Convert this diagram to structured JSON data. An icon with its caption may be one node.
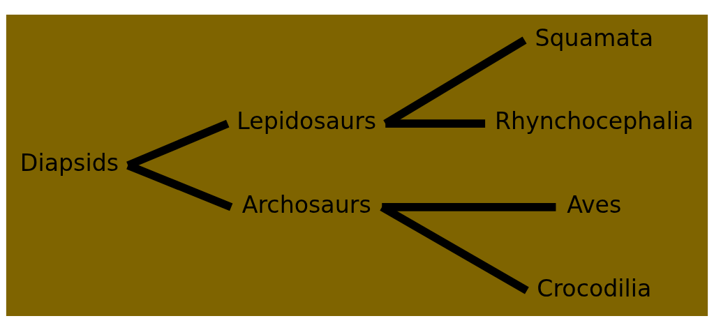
{
  "diagram": {
    "nodes": [
      {
        "text": [
          "Diapsids"
        ]
      },
      {
        "text": [
          "Lepidosaurs"
        ]
      },
      {
        "text": [
          "Archosaurs"
        ]
      },
      {
        "text": [
          "Squamata"
        ]
      },
      {
        "text": [
          "Rhynchocephalia"
        ]
      },
      {
        "text": [
          "Aves"
        ]
      },
      {
        "text": [
          "Crocodilia"
        ]
      }
    ],
    "edges": [
      {
        "from": 0,
        "to": 1,
        "arrow": "none"
      },
      {
        "from": 0,
        "to": 2,
        "arrow": "none"
      },
      {
        "from": 1,
        "to": 3,
        "arrow": "none"
      },
      {
        "from": 1,
        "to": 4,
        "arrow": "none"
      },
      {
        "from": 2,
        "to": 5,
        "arrow": "none"
      },
      {
        "from": 2,
        "to": 6,
        "arrow": "none"
      }
    ]
  }
}
